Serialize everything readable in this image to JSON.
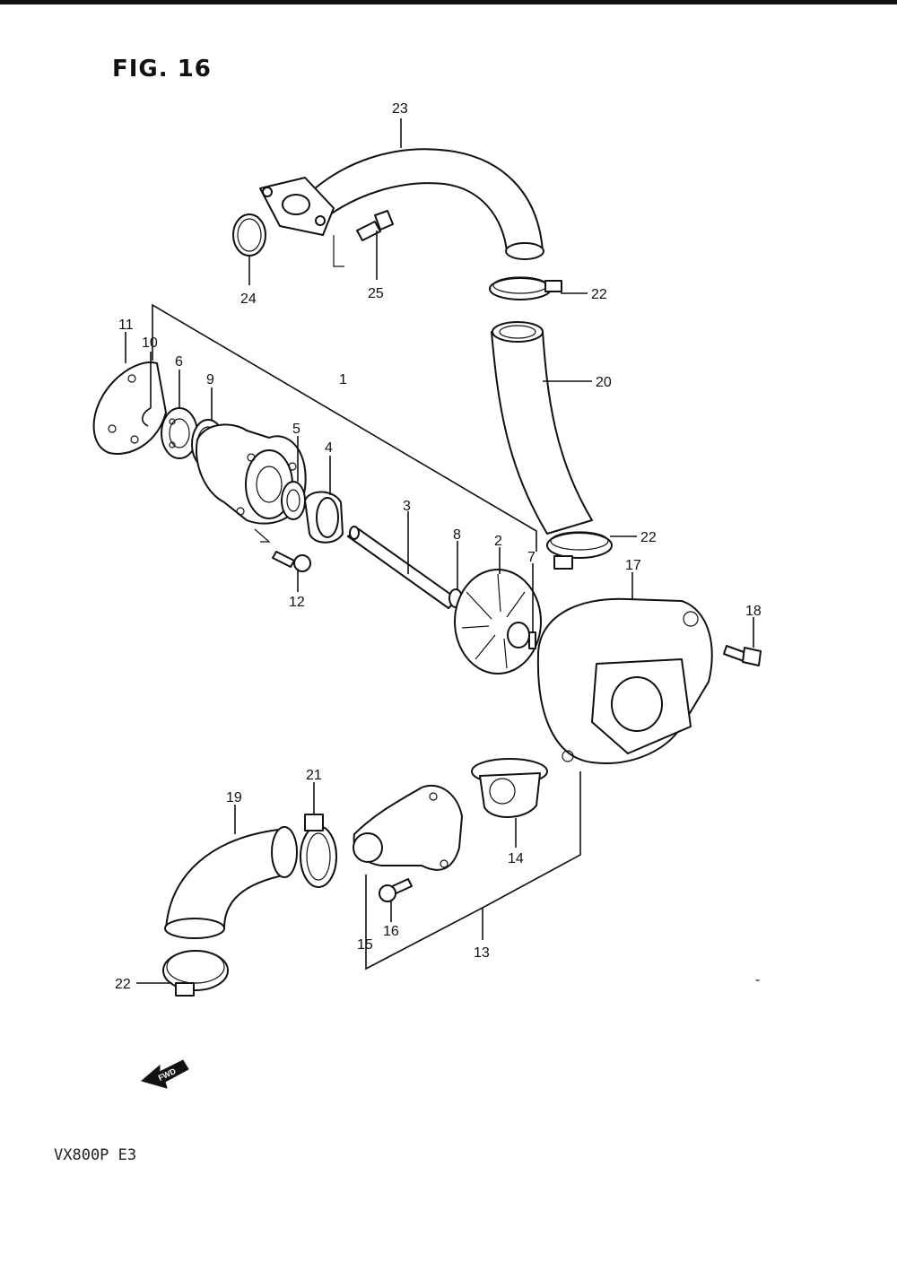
{
  "figure": {
    "title": "FIG. 16",
    "model": "VX800P  E3",
    "fwd_label": "FWD"
  },
  "callouts": [
    "23",
    "24",
    "25",
    "22",
    "11",
    "10",
    "6",
    "9",
    "1",
    "5",
    "4",
    "3",
    "8",
    "2",
    "7",
    "22",
    "20",
    "12",
    "17",
    "18",
    "19",
    "21",
    "14",
    "16",
    "15",
    "13",
    "22"
  ]
}
